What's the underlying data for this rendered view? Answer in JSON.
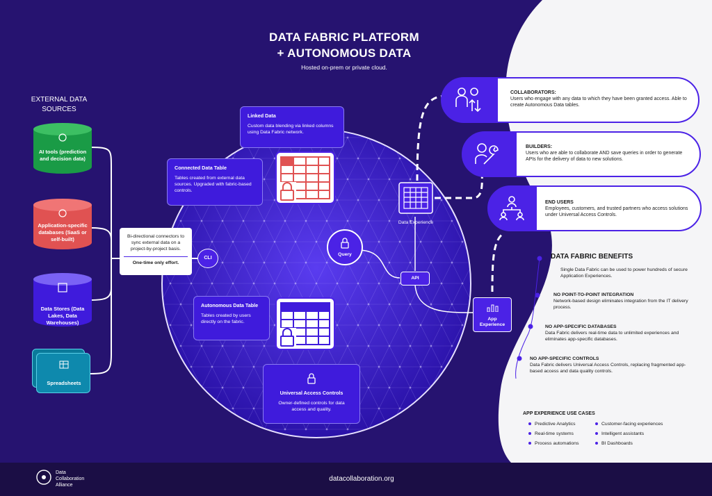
{
  "header": {
    "title_line1": "DATA FABRIC PLATFORM",
    "title_line2": "+ AUTONOMOUS DATA",
    "subtitle": "Hosted on-prem or private cloud."
  },
  "external_sources": {
    "heading_line1": "EXTERNAL DATA",
    "heading_line2": "SOURCES",
    "items": [
      {
        "label": "AI tools (prediction and decision data)",
        "color": "#1a9b46"
      },
      {
        "label": "Application-specific databases (SaaS or self-built)",
        "color": "#e05252"
      },
      {
        "label": "Data Stores (Data Lakes, Data Warehouses)",
        "color": "#3f1bdc"
      },
      {
        "label": "Spreadsheets",
        "color": "#0a7a9a"
      }
    ]
  },
  "connectors": {
    "text": "Bi-directional connectors to sync external data on a project-by-project basis.",
    "note": "One-time only effort.",
    "cli_label": "CLI"
  },
  "callouts": {
    "linked": {
      "title": "Linked Data",
      "body": "Custom data blending via linked columns using Data Fabric network."
    },
    "connected": {
      "title": "Connected Data Table",
      "body": "Tables created from external data sources. Upgraded with fabric-based controls."
    },
    "autonomous": {
      "title": "Autonomous Data Table",
      "body": "Tables created by users directly on the fabric."
    },
    "uac": {
      "title": "Universal Access Controls",
      "body": "Owner-defined controls for data access and quality."
    }
  },
  "nodes": {
    "query": "Query",
    "api": "API",
    "data_experience": "Data Experience",
    "app_experience_line1": "App",
    "app_experience_line2": "Experience"
  },
  "users": [
    {
      "title": "COLLABORATORS:",
      "body": "Users who engage with any data to which they have been granted access. Able to create Autonomous Data tables.",
      "icon": "collaborators-icon"
    },
    {
      "title": "BUILDERS:",
      "body": "Users who are able to collaborate AND save queries in order to generate APIs for the delivery of data to new solutions.",
      "icon": "wrench-icon"
    },
    {
      "title": "END USERS",
      "body": "Employees, customers, and trusted partners who access solutions under Universal Access Controls.",
      "icon": "org-chart-icon"
    }
  ],
  "benefits": {
    "title": "DATA FABRIC BENEFITS",
    "intro": "Single Data Fabric can be used to power hundreds of secure Application Experiences.",
    "items": [
      {
        "title": "NO POINT-TO-POINT INTEGRATION",
        "body": "Network-based design eliminates integration from the IT delivery process."
      },
      {
        "title": "NO APP-SPECIFIC DATABASES",
        "body": "Data Fabric delivers real-time data to unlimited experiences and eliminates app-specific databases."
      },
      {
        "title": "NO APP-SPECIFIC CONTROLS",
        "body": "Data Fabric delivers Universal Access Controls, replacing fragmented app-based access and data quality controls."
      }
    ]
  },
  "use_cases": {
    "title": "APP EXPERIENCE USE CASES",
    "col1": [
      "Predictive Analytics",
      "Real-time systems",
      "Process automations"
    ],
    "col2": [
      "Customer-facing experiences",
      "Intelligent assistants",
      "BI Dashboards"
    ]
  },
  "footer": {
    "org_line1": "Data",
    "org_line2": "Collaboration",
    "org_line3": "Alliance",
    "url": "datacollaboration.org"
  },
  "colors": {
    "background": "#261370",
    "accent": "#4b22e6",
    "callout": "#3f1bdc",
    "table_red": "#e05252"
  }
}
